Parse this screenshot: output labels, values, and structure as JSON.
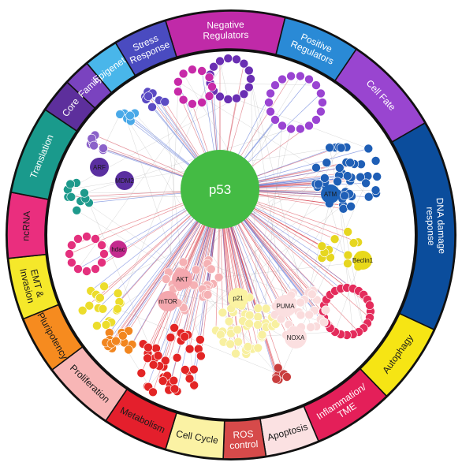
{
  "center": {
    "label": "p53",
    "color": "#44bb44"
  },
  "ring_segments": [
    {
      "id": "negative-regulators",
      "label_lines": [
        "Negative",
        "Regulators"
      ],
      "start": 343,
      "end": 14,
      "color": "#c02aa8",
      "text": "#ffffff"
    },
    {
      "id": "positive-regulators",
      "label_lines": [
        "Positive",
        "Regulators"
      ],
      "start": 14,
      "end": 34,
      "color": "#2a8ad6",
      "text": "#ffffff"
    },
    {
      "id": "cell-fate",
      "label_lines": [
        "Cell Fate"
      ],
      "start": 34,
      "end": 60,
      "color": "#9945d0",
      "text": "#ffffff"
    },
    {
      "id": "dna-damage-response",
      "label_lines": [
        "DNA damage",
        "response"
      ],
      "start": 60,
      "end": 115,
      "color": "#0b4d9c",
      "text": "#ffffff"
    },
    {
      "id": "autophagy",
      "label_lines": [
        "Autophagy"
      ],
      "start": 115,
      "end": 136,
      "color": "#f6e514",
      "text": "#1a1a1a"
    },
    {
      "id": "inflammation-tme",
      "label_lines": [
        "Inflammation/",
        "TME"
      ],
      "start": 136,
      "end": 157,
      "color": "#e41f59",
      "text": "#ffffff"
    },
    {
      "id": "apoptosis",
      "label_lines": [
        "Apoptosis"
      ],
      "start": 157,
      "end": 171,
      "color": "#fbe1e2",
      "text": "#1a1a1a"
    },
    {
      "id": "ros-control",
      "label_lines": [
        "ROS",
        "control"
      ],
      "start": 171,
      "end": 182,
      "color": "#d64a4a",
      "text": "#ffffff"
    },
    {
      "id": "cell-cycle",
      "label_lines": [
        "Cell Cycle"
      ],
      "start": 182,
      "end": 197,
      "color": "#fbf2a4",
      "text": "#1a1a1a"
    },
    {
      "id": "metabolism",
      "label_lines": [
        "Metabolism"
      ],
      "start": 197,
      "end": 214,
      "color": "#e41f2c",
      "text": "#1a1a1a"
    },
    {
      "id": "proliferation",
      "label_lines": [
        "Proliferation"
      ],
      "start": 214,
      "end": 233,
      "color": "#f8b6b6",
      "text": "#1a1a1a"
    },
    {
      "id": "pluripotency",
      "label_lines": [
        "Pluripotency"
      ],
      "start": 233,
      "end": 248,
      "color": "#f68b1f",
      "text": "#1a1a1a"
    },
    {
      "id": "emt-invasion",
      "label_lines": [
        "EMT &",
        "Invasion"
      ],
      "start": 248,
      "end": 264,
      "color": "#f5e82a",
      "text": "#1a1a1a"
    },
    {
      "id": "ncrna",
      "label_lines": [
        "ncRNA"
      ],
      "start": 264,
      "end": 281,
      "color": "#ea2e7e",
      "text": "#1a1a1a"
    },
    {
      "id": "translation",
      "label_lines": [
        "Translation"
      ],
      "start": 281,
      "end": 304,
      "color": "#1a9a8c",
      "text": "#ffffff"
    },
    {
      "id": "core",
      "label_lines": [
        "Core"
      ],
      "start": 304,
      "end": 313,
      "color": "#5d2f9c",
      "text": "#ffffff"
    },
    {
      "id": "family",
      "label_lines": [
        "Family"
      ],
      "start": 313,
      "end": 320,
      "color": "#7a43bf",
      "text": "#ffffff"
    },
    {
      "id": "epigenetic",
      "label_lines": [
        "Epigenetic"
      ],
      "start": 320,
      "end": 329,
      "color": "#49b6ea",
      "text": "#ffffff"
    },
    {
      "id": "stress-response",
      "label_lines": [
        "Stress",
        "Response"
      ],
      "start": 329,
      "end": 343,
      "color": "#4a4bc0",
      "text": "#ffffff"
    }
  ],
  "hubs": [
    {
      "id": "arf",
      "label": "ARF",
      "color": "#5a2fa0",
      "text": "#ffffff"
    },
    {
      "id": "mdm2",
      "label": "MDM2",
      "color": "#5a2fa0",
      "text": "#ffffff"
    },
    {
      "id": "atm",
      "label": "ATM",
      "color": "#1d62b8",
      "text": "#ffffff"
    },
    {
      "id": "beclin1",
      "label": "Beclin1",
      "color": "#e8d91a",
      "text": "#1a1a1a"
    },
    {
      "id": "akt",
      "label": "AKT",
      "color": "#f4a7ae",
      "text": "#1a1a1a"
    },
    {
      "id": "mtor",
      "label": "mTOR",
      "color": "#f4a7ae",
      "text": "#1a1a1a"
    },
    {
      "id": "p21",
      "label": "p21",
      "color": "#fbf3a2",
      "text": "#1a1a1a"
    },
    {
      "id": "puma",
      "label": "PUMA",
      "color": "#fbdfe0",
      "text": "#1a1a1a"
    },
    {
      "id": "noxa",
      "label": "NOXA",
      "color": "#fbdfe0",
      "text": "#1a1a1a"
    },
    {
      "id": "hdac",
      "label": "hdac",
      "color": "#c42a8e",
      "text": "#ffffff"
    }
  ]
}
